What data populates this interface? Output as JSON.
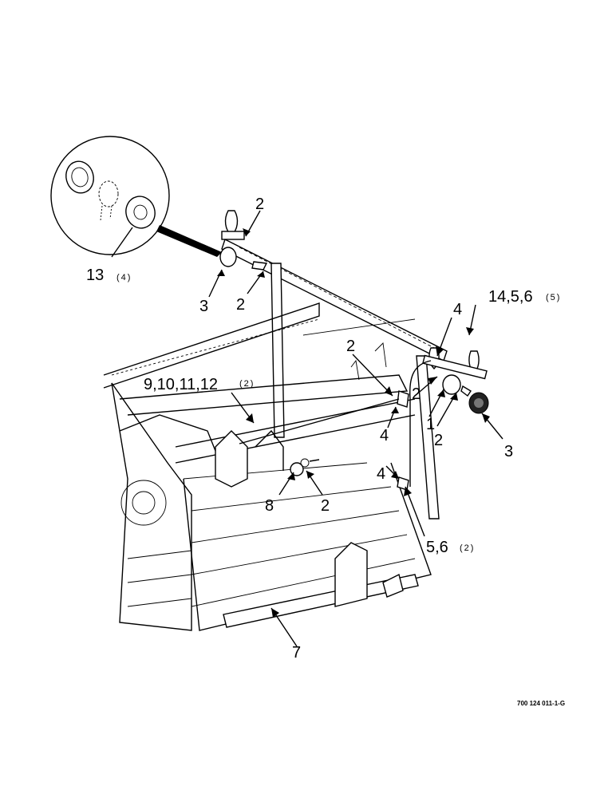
{
  "callouts": {
    "c13": "13",
    "c13_qty": "(4)",
    "c2a": "2",
    "c3a": "3",
    "c2b": "2",
    "c14": "14,5,6",
    "c14_qty": "(5)",
    "c4a": "4",
    "c2c": "2",
    "c9": "9,10,11,12",
    "c9_qty": "(2)",
    "c2d": "2",
    "c1": "1",
    "c2e": "2",
    "c3b": "3",
    "c4b": "4",
    "c4c": "4",
    "c8": "8",
    "c2f": "2",
    "c56": "5,6",
    "c56_qty": "(2)",
    "c7": "7"
  },
  "reference_number": "700 124 011-1-G"
}
